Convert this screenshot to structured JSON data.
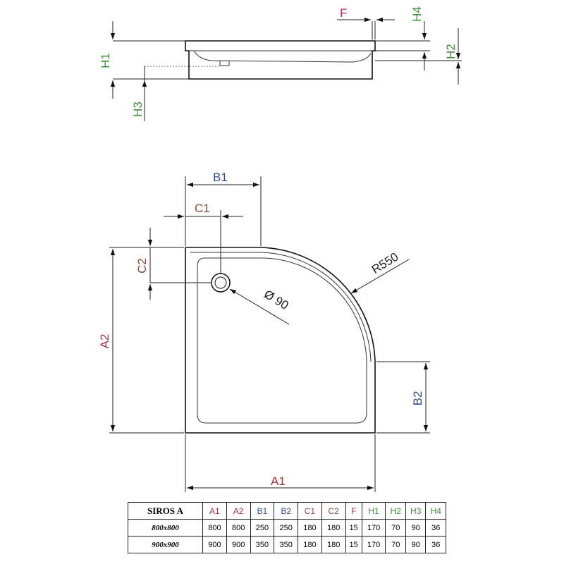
{
  "labels": {
    "F": "F",
    "H4": "H4",
    "H1": "H1",
    "H2": "H2",
    "H3": "H3",
    "B1": "B1",
    "C1": "C1",
    "C2": "C2",
    "A2": "A2",
    "A1": "A1",
    "B2": "B2",
    "R": "R550",
    "D": "Ø 90"
  },
  "table": {
    "model": "SIROS A",
    "headers": [
      "A1",
      "A2",
      "B1",
      "B2",
      "C1",
      "C2",
      "F",
      "H1",
      "H2",
      "H3",
      "H4"
    ],
    "header_colors": [
      "red",
      "red",
      "blue",
      "blue",
      "brown",
      "brown",
      "pink",
      "green",
      "green",
      "green",
      "green"
    ],
    "rows": [
      {
        "size": "800x800",
        "values": [
          "800",
          "800",
          "250",
          "250",
          "180",
          "180",
          "15",
          "170",
          "70",
          "90",
          "36"
        ]
      },
      {
        "size": "900x900",
        "values": [
          "900",
          "900",
          "350",
          "350",
          "180",
          "180",
          "15",
          "170",
          "70",
          "90",
          "36"
        ]
      }
    ]
  },
  "colors": {
    "red": "#a8323c",
    "green": "#3f8f3a",
    "blue": "#2f4a8f",
    "brown": "#8a4a3a",
    "pink": "#b5285a"
  }
}
